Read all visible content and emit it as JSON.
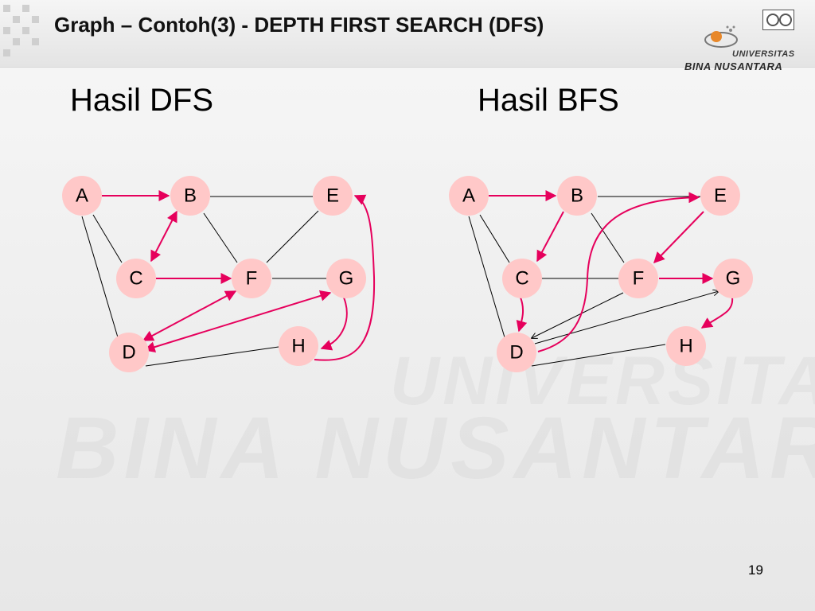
{
  "slide": {
    "title": "Graph – Contoh(3) - DEPTH FIRST SEARCH (DFS)",
    "page_number": "19"
  },
  "logo": {
    "line1": "UNIVERSITAS",
    "line2": "BINA NUSANTARA"
  },
  "watermark": {
    "line1": "UNIVERSITAS",
    "line2": "BINA NUSANTARA"
  },
  "colors": {
    "node_fill": "#ffc8c8",
    "traversal_edge": "#e6005c",
    "graph_edge": "#000000"
  },
  "graphs": [
    {
      "heading": "Hasil DFS",
      "nodes": [
        "A",
        "B",
        "E",
        "C",
        "F",
        "G",
        "D",
        "H"
      ],
      "edges": [
        "A-C",
        "A-D",
        "B-F",
        "B-E",
        "F-G",
        "E-F",
        "D-H"
      ],
      "traversal": [
        "A→B",
        "B↔C",
        "C→F",
        "F↔D",
        "D↔G",
        "G→H",
        "H→E"
      ]
    },
    {
      "heading": "Hasil BFS",
      "nodes": [
        "A",
        "B",
        "E",
        "C",
        "F",
        "G",
        "D",
        "H"
      ],
      "edges": [
        "A-C",
        "A-D",
        "B-F",
        "B-E",
        "C-F",
        "F-D",
        "D-G",
        "D-H"
      ],
      "traversal": [
        "A→B",
        "B→C",
        "E→F",
        "F→G",
        "C→D",
        "D→E",
        "G→H"
      ]
    }
  ]
}
